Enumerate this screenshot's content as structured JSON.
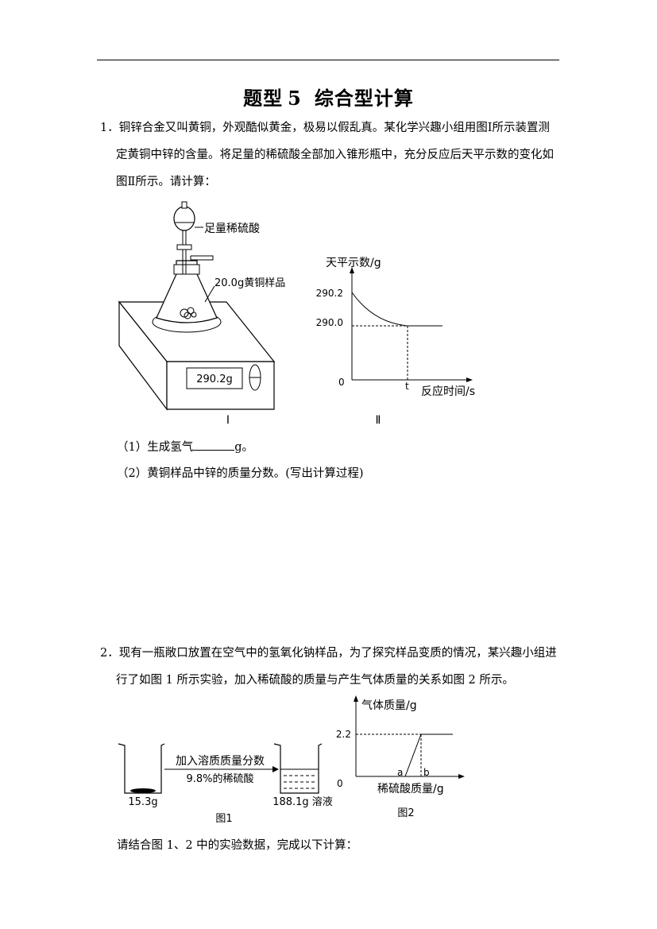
{
  "title": {
    "prefix": "题型",
    "number": "5",
    "main": "综合型计算"
  },
  "q1": {
    "number": "1．",
    "text_line1": "铜锌合金又叫黄铜，外观酷似黄金，极易以假乱真。某化学兴趣小组用图Ⅰ所示装置测",
    "text_line2": "定黄铜中锌的含量。将足量的稀硫酸全部加入锥形瓶中，充分反应后天平示数的变化如",
    "text_line3": "图Ⅱ所示。请计算：",
    "figure1": {
      "acid_label": "足量稀硫酸",
      "sample_label": "20.0g黄铜样品",
      "display": "290.2g",
      "caption": "Ⅰ"
    },
    "figure2": {
      "caption": "Ⅱ",
      "chart_data": {
        "type": "line",
        "ylabel": "天平示数/g",
        "xlabel": "反应时间/s",
        "origin_label": "0",
        "y_ticks": [
          "290.2",
          "290.0"
        ],
        "x_ticks": [
          "t"
        ],
        "series": [
          {
            "x": [
              "0",
              "t",
              "end"
            ],
            "y": [
              290.2,
              290.0,
              290.0
            ]
          }
        ]
      }
    },
    "sub1_prefix": "（1）生成氢气",
    "sub1_suffix": "g。",
    "sub2": "（2）黄铜样品中锌的质量分数。(写出计算过程)"
  },
  "q2": {
    "number": "2．",
    "text_line1": "现有一瓶敞口放置在空气中的氢氧化钠样品，为了探究样品变质的情况，某兴趣小组进",
    "text_line2": "行了如图 1 所示实验，加入稀硫酸的质量与产生气体质量的关系如图 2 所示。",
    "figure1": {
      "arrow_top": "加入溶质质量分数",
      "arrow_bottom": "9.8%的稀硫酸",
      "left_mass": "15.3g",
      "right_mass": "188.1g 溶液",
      "caption": "图1"
    },
    "figure2": {
      "caption": "图2",
      "chart_data": {
        "type": "line",
        "ylabel": "气体质量/g",
        "xlabel": "稀硫酸质量/g",
        "origin_label": "0",
        "y_ticks": [
          "2.2"
        ],
        "x_ticks": [
          "a",
          "b"
        ],
        "series": [
          {
            "x": [
              "0",
              "a",
              "b",
              "end"
            ],
            "y": [
              0,
              0,
              2.2,
              2.2
            ]
          }
        ]
      }
    },
    "closing": "请结合图 1、2 中的实验数据，完成以下计算："
  }
}
